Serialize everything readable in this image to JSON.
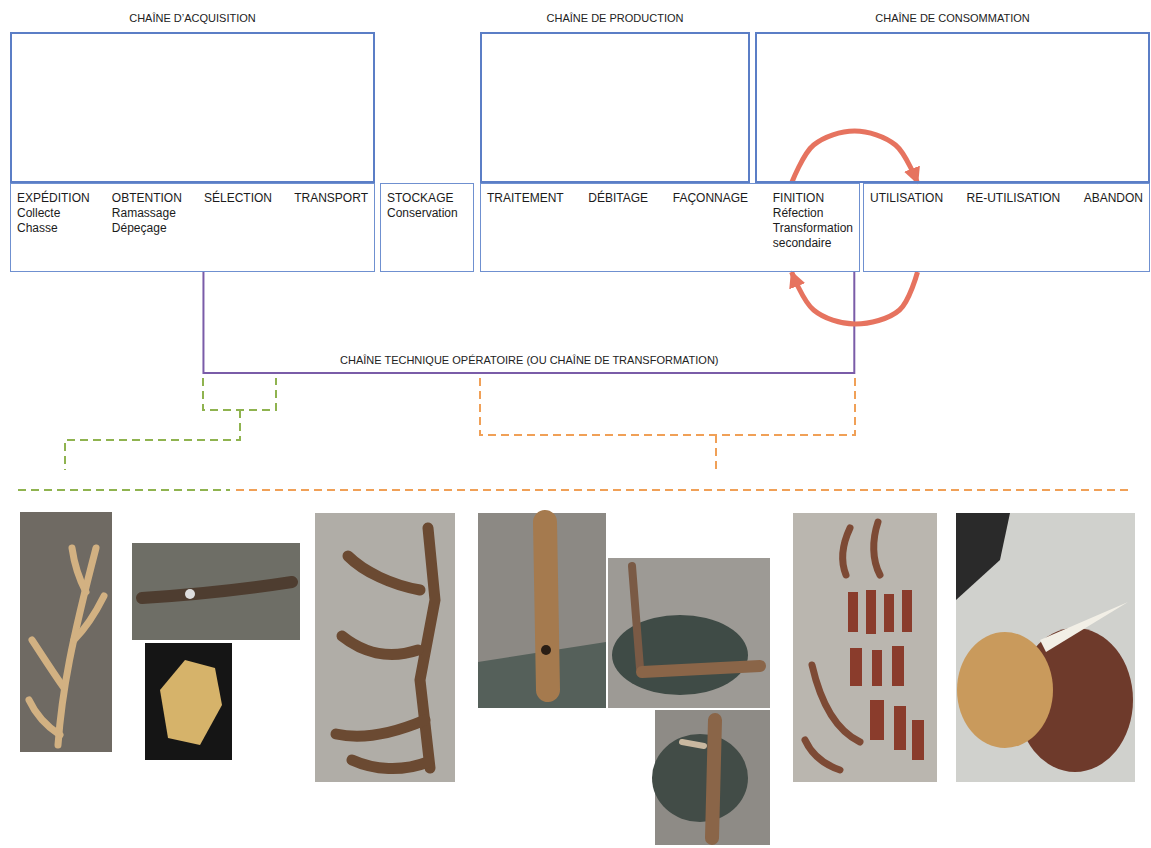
{
  "diagram": {
    "nodes": [
      {
        "text": [
          "CHAÎNE D’ACQUISITION"
        ]
      },
      {
        "text": [
          "CHAÎNE DE PRODUCTION"
        ]
      },
      {
        "text": [
          "CHAÎNE DE CONSOMMATION"
        ]
      },
      {
        "text": [
          "EXPÉDITION Collecte Chasse",
          "OBTENTION Ramassage Dépeçage",
          "SÉLECTION",
          "TRANSPORT"
        ]
      },
      {
        "text": [
          "STOCKAGE Conservation"
        ]
      },
      {
        "text": [
          "TRAITEMENT",
          "DÉBITAGE",
          "FAÇONNAGE",
          "FINITION Réfection Transformation secondaire"
        ]
      },
      {
        "text": [
          "UTILISATION",
          "RE-UTILISATION",
          "ABANDON"
        ]
      }
    ],
    "edges": [
      {
        "from": 3,
        "to": 5,
        "arrow": "none",
        "label": "CHAÎNE TECHNIQUE OPÉRATOIRE (OU CHAÎNE DE TRANSFORMATION)"
      },
      {
        "from": 5,
        "to": 6,
        "arrow": "to"
      },
      {
        "from": 6,
        "to": 5,
        "arrow": "to"
      }
    ]
  }
}
